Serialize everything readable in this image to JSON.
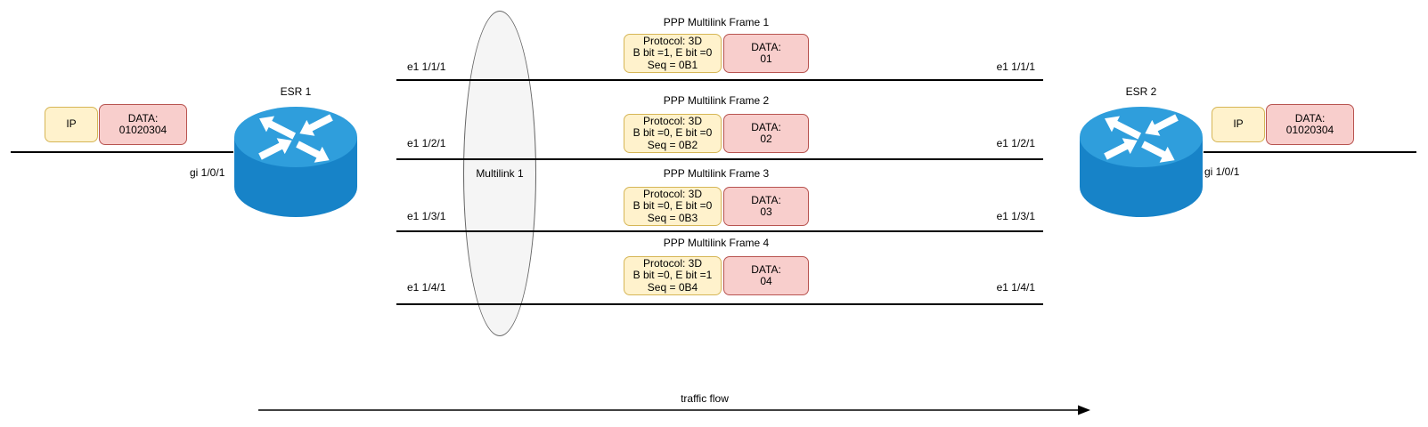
{
  "left_endpoint": {
    "router_label": "ESR 1",
    "interface_label": "gi 1/0/1",
    "packet": {
      "ip_label": "IP",
      "data_title": "DATA:",
      "data_value": "01020304"
    }
  },
  "right_endpoint": {
    "router_label": "ESR 2",
    "interface_label": "gi 1/0/1",
    "packet": {
      "ip_label": "IP",
      "data_title": "DATA:",
      "data_value": "01020304"
    }
  },
  "multilink": {
    "label": "Multilink 1"
  },
  "links": [
    {
      "label": "e1 1/1/1"
    },
    {
      "label": "e1 1/2/1"
    },
    {
      "label": "e1 1/3/1"
    },
    {
      "label": "e1 1/4/1"
    }
  ],
  "frames": [
    {
      "title": "PPP Multilink Frame 1",
      "protocol": "Protocol: 3D",
      "bits": "B bit =1, E bit =0",
      "seq": "Seq = 0B1",
      "data_title": "DATA:",
      "data_value": "01"
    },
    {
      "title": "PPP Multilink Frame 2",
      "protocol": "Protocol: 3D",
      "bits": "B bit =0, E bit =0",
      "seq": "Seq = 0B2",
      "data_title": "DATA:",
      "data_value": "02"
    },
    {
      "title": "PPP Multilink Frame 3",
      "protocol": "Protocol: 3D",
      "bits": "B bit =0, E bit =0",
      "seq": "Seq = 0B3",
      "data_title": "DATA:",
      "data_value": "03"
    },
    {
      "title": "PPP Multilink Frame 4",
      "protocol": "Protocol: 3D",
      "bits": "B bit =0, E bit =1",
      "seq": "Seq = 0B4",
      "data_title": "DATA:",
      "data_value": "04"
    }
  ],
  "traffic_flow_label": "traffic flow",
  "colors": {
    "yellow_fill": "#FFF2CC",
    "yellow_stroke": "#D6B656",
    "red_fill": "#F8CECC",
    "red_stroke": "#B85450",
    "router_top": "#2F9EDC",
    "router_body": "#1783C8",
    "ellipse_fill": "#F5F5F5",
    "ellipse_stroke": "#666666",
    "line_color": "#000000"
  }
}
